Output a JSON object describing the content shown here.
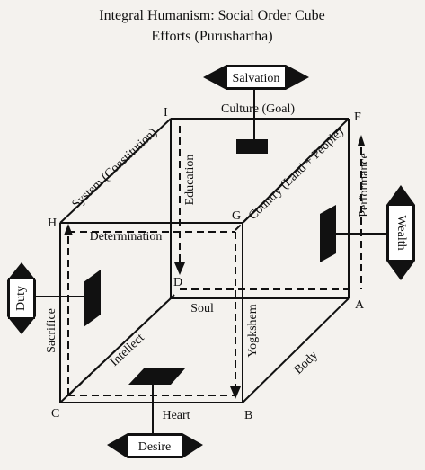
{
  "title": "Integral Humanism: Social Order Cube",
  "subtitle": "Efforts (Purushartha)",
  "vertices": {
    "A": "A",
    "B": "B",
    "C": "C",
    "D": "D",
    "E": "F",
    "G": "G",
    "H": "H",
    "I": "I"
  },
  "edges": {
    "top_back": "Culture (Goal)",
    "top_left": "System (Constitution)",
    "top_right": "Country (Land + People)",
    "front_top": "Determination",
    "back_left": "Education",
    "right_back": "Performance",
    "left_front": "Sacrifice",
    "front_right": "Yogkshem",
    "bottom_back": "Soul",
    "bottom_left": "Intellect",
    "bottom_right": "Body",
    "bottom_front": "Heart"
  },
  "badges": {
    "salvation": "Salvation",
    "wealth": "Wealth",
    "duty": "Duty",
    "desire": "Desire"
  }
}
